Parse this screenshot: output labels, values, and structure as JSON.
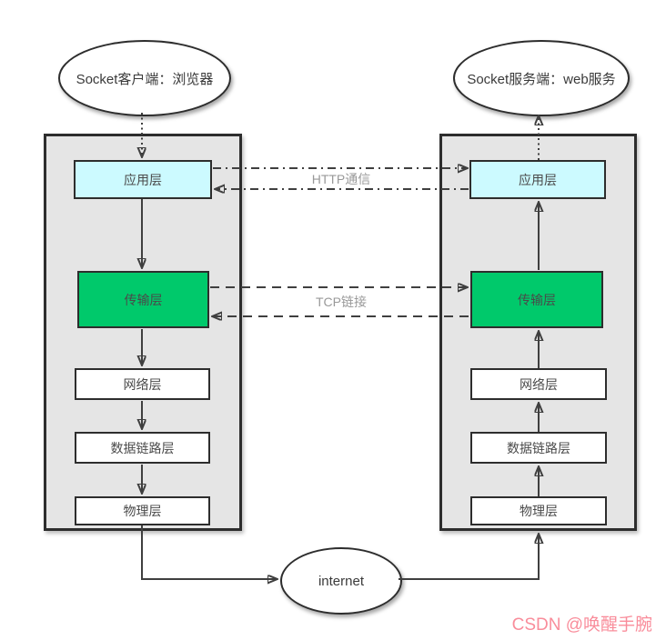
{
  "colors": {
    "canvas_bg": "#ffffff",
    "container_fill": "#e5e5e5",
    "container_border": "#2d2d2d",
    "box_border": "#2d2d2d",
    "application_fill": "#ccfaff",
    "transport_fill": "#00c96b",
    "plain_fill": "#ffffff",
    "line_color": "#3f3f3f",
    "label_color": "#4a4a4a",
    "link_label_color": "#999999",
    "watermark_color": "#f98d9b"
  },
  "nodes": {
    "client": {
      "label": "Socket客户端：浏览器"
    },
    "server": {
      "label": "Socket服务端：web服务"
    },
    "internet": {
      "label": "internet"
    }
  },
  "stacks": {
    "client": {
      "layers": [
        {
          "label": "应用层"
        },
        {
          "label": "传输层"
        },
        {
          "label": "网络层"
        },
        {
          "label": "数据链路层"
        },
        {
          "label": "物理层"
        }
      ]
    },
    "server": {
      "layers": [
        {
          "label": "应用层"
        },
        {
          "label": "传输层"
        },
        {
          "label": "网络层"
        },
        {
          "label": "数据链路层"
        },
        {
          "label": "物理层"
        }
      ]
    }
  },
  "links": {
    "http": {
      "label": "HTTP通信"
    },
    "tcp": {
      "label": "TCP链接"
    }
  },
  "watermark": {
    "text": "CSDN @唤醒手腕"
  }
}
